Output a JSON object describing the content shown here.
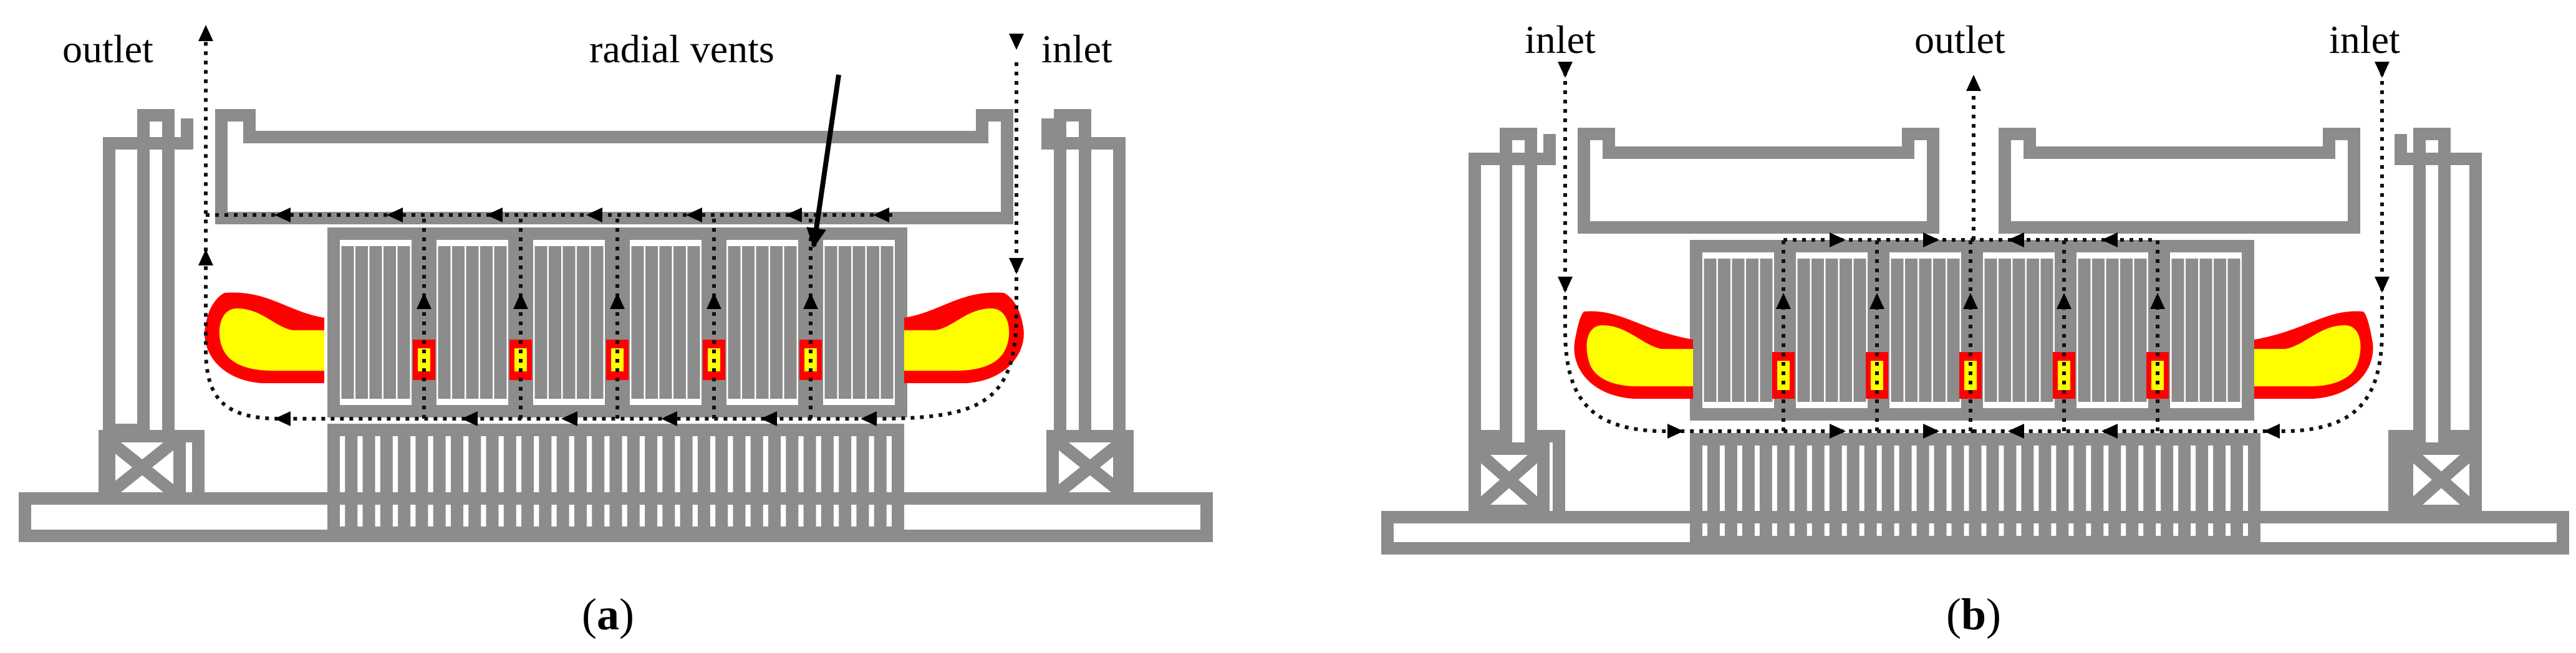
{
  "panel_a": {
    "outlet": "outlet",
    "inlet": "inlet",
    "radial_vents": "radial vents",
    "caption_open": "(",
    "caption_letter": "a",
    "caption_close": ")"
  },
  "panel_b": {
    "inlet_left": "inlet",
    "outlet": "outlet",
    "inlet_right": "inlet",
    "caption_open": "(",
    "caption_letter": "b",
    "caption_close": ")"
  },
  "colors": {
    "structure": "#8c8c8c",
    "winding_outer": "#ff0000",
    "winding_inner": "#ffff00",
    "airflow": "#000000"
  }
}
